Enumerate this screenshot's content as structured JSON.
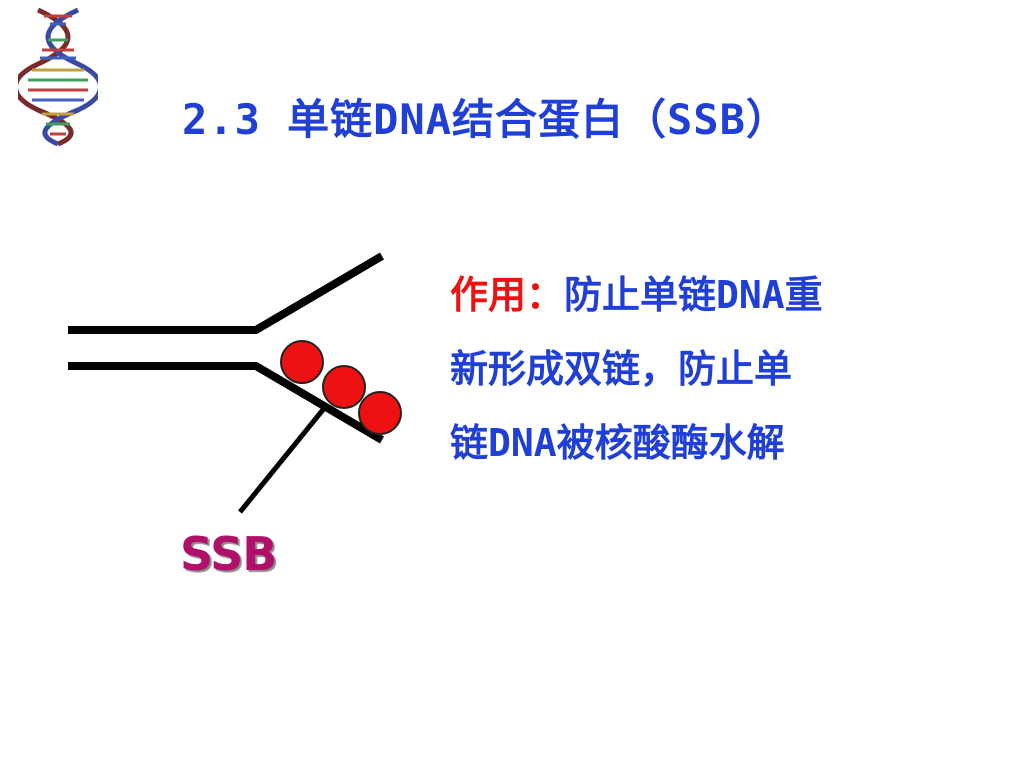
{
  "slide": {
    "title": "2.3  单链DNA结合蛋白（SSB）",
    "colors": {
      "title": "#1f3fd6",
      "body": "#1f3fd6",
      "lead": "#ee1111",
      "ssb_label": "#b0106a",
      "protein": "#ee1111",
      "strand": "#000000"
    }
  },
  "logo": {
    "icon": "dna-double-helix-icon"
  },
  "diagram": {
    "label": "SSB",
    "protein_count": 3
  },
  "description": {
    "lead": "作用：",
    "line1": "防止单链DNA重",
    "line2": "新形成双链，防止单",
    "line3": "链DNA被核酸酶水解"
  }
}
